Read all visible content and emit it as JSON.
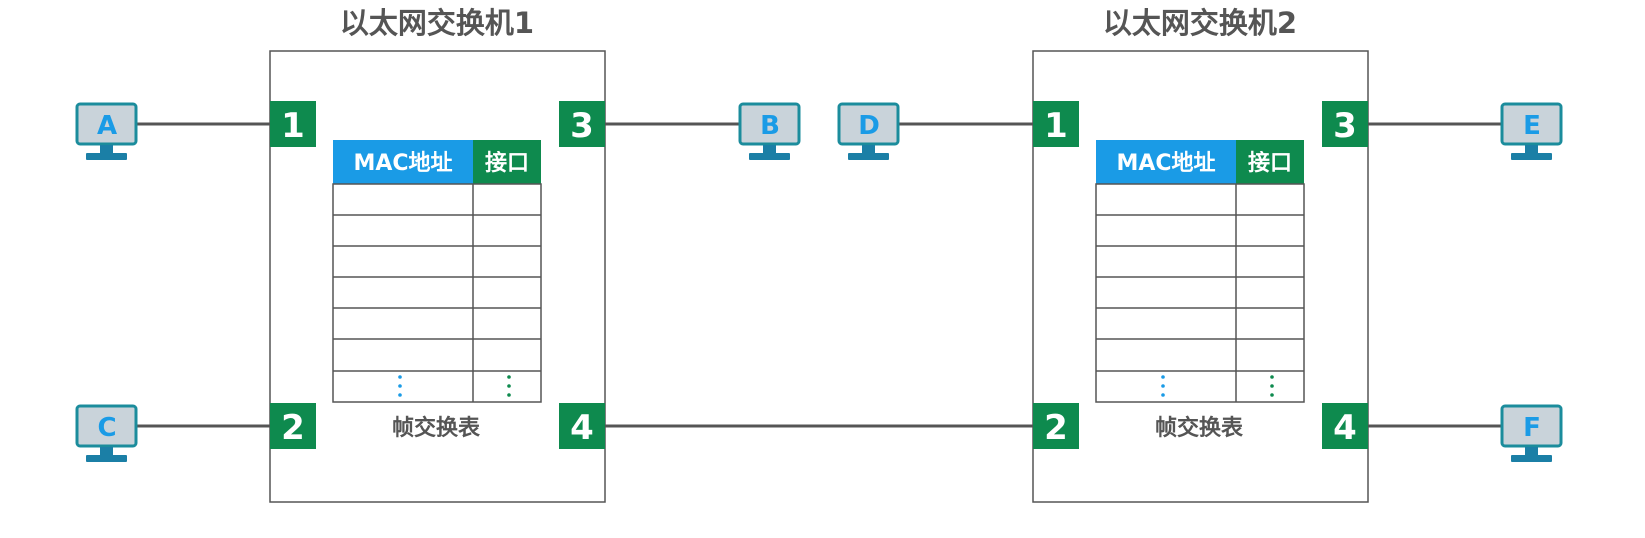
{
  "switches": [
    {
      "title": "以太网交换机1",
      "ports": [
        "1",
        "2",
        "3",
        "4"
      ],
      "table": {
        "mac_header": "MAC地址",
        "port_header": "接口",
        "caption": "帧交换表",
        "empty_rows": 6
      }
    },
    {
      "title": "以太网交换机2",
      "ports": [
        "1",
        "2",
        "3",
        "4"
      ],
      "table": {
        "mac_header": "MAC地址",
        "port_header": "接口",
        "caption": "帧交换表",
        "empty_rows": 6
      }
    }
  ],
  "hosts": [
    {
      "label": "A",
      "icon": "computer-icon",
      "connects_to": "switch-1-port-1"
    },
    {
      "label": "B",
      "icon": "computer-icon",
      "connects_to": "switch-1-port-3"
    },
    {
      "label": "C",
      "icon": "computer-icon",
      "connects_to": "switch-1-port-2"
    },
    {
      "label": "D",
      "icon": "computer-icon",
      "connects_to": "switch-2-port-1"
    },
    {
      "label": "E",
      "icon": "computer-icon",
      "connects_to": "switch-2-port-3"
    },
    {
      "label": "F",
      "icon": "computer-icon",
      "connects_to": "switch-2-port-4"
    }
  ],
  "links": [
    {
      "from": "switch-1-port-4",
      "to": "switch-2-port-2"
    }
  ],
  "colors": {
    "port": "#0e8a4e",
    "mac_header": "#1a9be6",
    "outline": "#555555",
    "host_screen": "#c9d3da",
    "host_frame": "#1b8c9c",
    "host_base": "#1b7fa6",
    "host_letter": "#1a9be6"
  }
}
